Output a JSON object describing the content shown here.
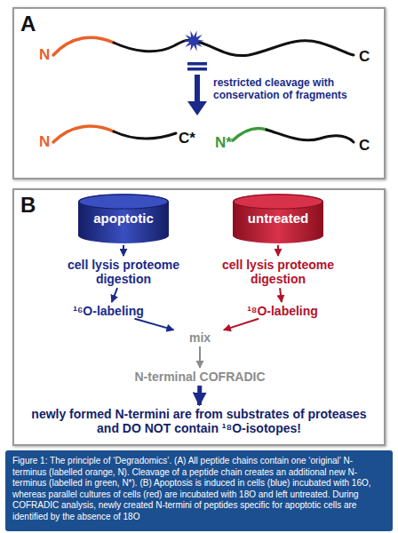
{
  "diagram": {
    "caption": "Figure 1: The principle of ‘Degradomics’. (A) All peptide chains contain one ‘original’ N-terminus (labelled orange, N). Cleavage of a peptide chain creates an additional new N-terminus (labelled in green, N*). (B) Apoptosis is induced in cells (blue) incubated with 16O, whereas parallel cultures of cells (red) are incubated with 18O and left untreated. During COFRADIC analysis, newly created N-termini of peptides specific for apoptotic cells are identified by the absence of 18O",
    "nodes": [
      {
        "text": [
          "A"
        ]
      },
      {
        "text": [
          "B"
        ]
      },
      {
        "text": [
          "apoptotic"
        ],
        "in": 1
      },
      {
        "text": [
          "untreated"
        ],
        "in": 1
      },
      {
        "text": [
          "cell lysis proteome digestion"
        ],
        "in": 1
      },
      {
        "text": [
          "cell lysis proteome digestion"
        ],
        "in": 1
      },
      {
        "text": [
          "¹⁶O-labeling"
        ],
        "in": 1
      },
      {
        "text": [
          "¹⁸O-labeling"
        ],
        "in": 1
      },
      {
        "text": [
          "mix"
        ],
        "in": 1
      },
      {
        "text": [
          "N-terminal COFRADIC"
        ],
        "in": 1
      },
      {
        "text": [
          "newly formed N-termini are from substrates of proteases and DO NOT contain ¹⁸O-isotopes!"
        ],
        "in": 1
      }
    ],
    "edges": [
      {
        "from": 2,
        "to": 4,
        "arrow": "to"
      },
      {
        "from": 3,
        "to": 5,
        "arrow": "to"
      },
      {
        "from": 4,
        "to": 6,
        "arrow": "to"
      },
      {
        "from": 5,
        "to": 7,
        "arrow": "to"
      },
      {
        "from": 6,
        "to": 8,
        "arrow": "to"
      },
      {
        "from": 7,
        "to": 8,
        "arrow": "to"
      },
      {
        "from": 8,
        "to": 9,
        "arrow": "to"
      },
      {
        "from": 9,
        "to": 10,
        "arrow": "to"
      }
    ],
    "labels": [
      "N",
      "C",
      "restricted cleavage with conservation of fragments",
      "N",
      "C*",
      "N*",
      "C"
    ]
  }
}
